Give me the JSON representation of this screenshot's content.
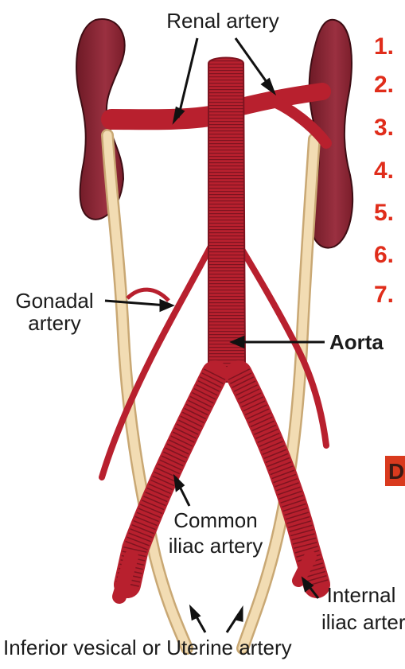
{
  "labels": {
    "renal_artery": "Renal artery",
    "gonadal_artery_line1": "Gonadal",
    "gonadal_artery_line2": "artery",
    "aorta": "Aorta",
    "common_iliac_line1": "Common",
    "common_iliac_line2": "iliac artery",
    "internal_iliac_line1": "Internal",
    "internal_iliac_line2": "iliac artery",
    "inferior_vesical": "Inferior vesical or Uterine artery"
  },
  "numbered_list": [
    "1.",
    "2.",
    "3.",
    "4.",
    "5.",
    "6.",
    "7."
  ],
  "edge_letter": "D",
  "colors": {
    "artery": "#b8202e",
    "artery_dark": "#7e1420",
    "kidney": "#8a2433",
    "ureter": "#f2dcb3",
    "number_red": "#e02d1b",
    "label_text": "#1b1b1b"
  }
}
